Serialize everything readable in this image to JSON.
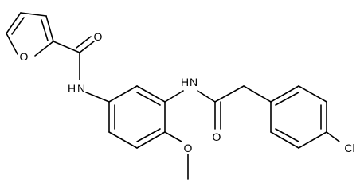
{
  "molecule": {
    "atoms": {
      "furan_o": "O",
      "carbonyl_o_1": "O",
      "amide_n_1": "N",
      "amide_h_1": "H",
      "amide_n_2": "N",
      "amide_h_2": "H",
      "carbonyl_o_2": "O",
      "methoxy_o": "O",
      "chlorine": "Cl"
    }
  }
}
